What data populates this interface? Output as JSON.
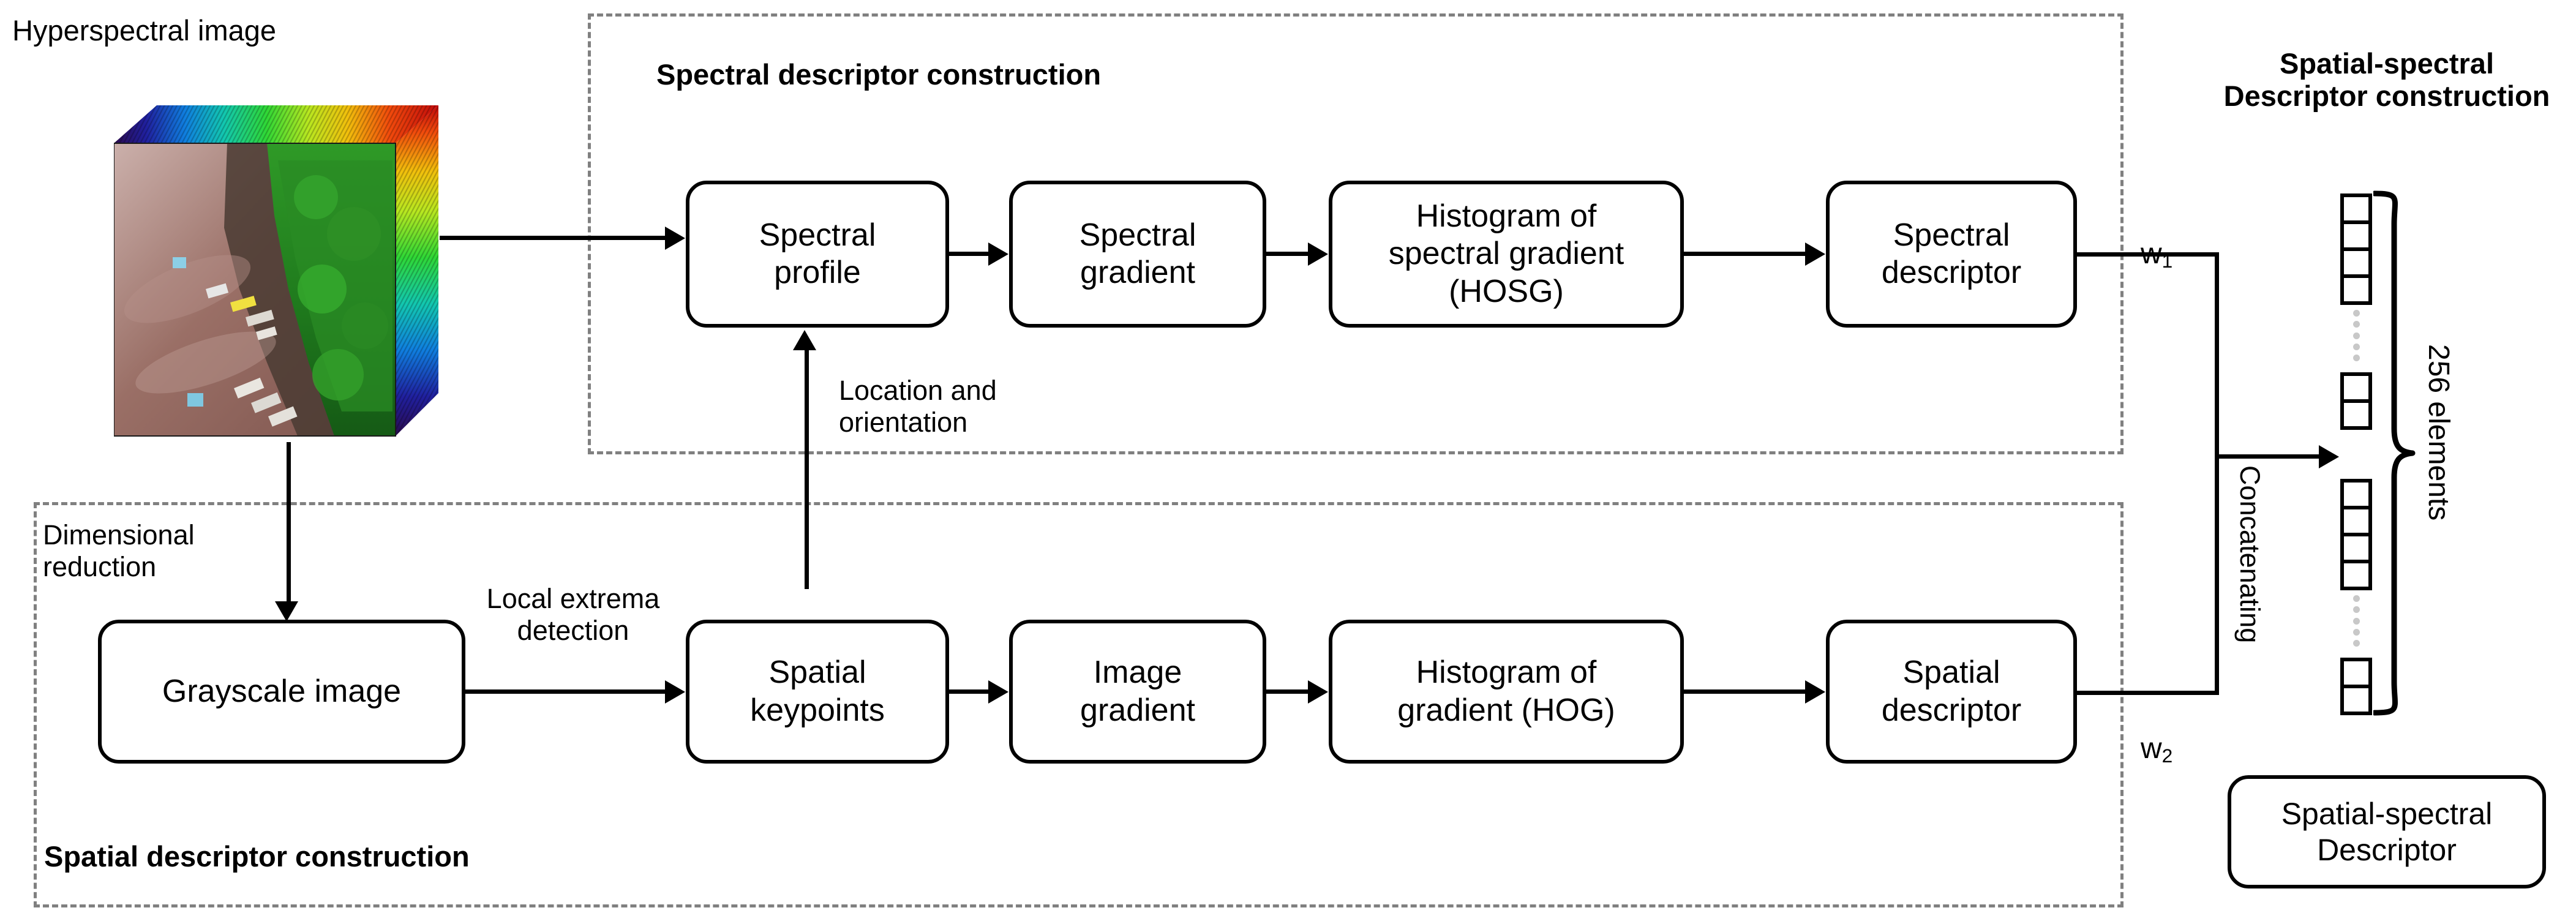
{
  "figure": {
    "image_label": "Hyperspectral image",
    "groups": [
      {
        "id": "spectral",
        "title": "Spectral descriptor construction"
      },
      {
        "id": "spatial",
        "title": "Spatial descriptor construction"
      },
      {
        "id": "fusion",
        "title": "Spatial-spectral\nDescriptor construction"
      }
    ],
    "spectral_chain": [
      {
        "id": "spectral-profile",
        "label": "Spectral\nprofile"
      },
      {
        "id": "spectral-gradient",
        "label": "Spectral\ngradient"
      },
      {
        "id": "hosg",
        "label": "Histogram of\nspectral gradient\n(HOSG)"
      },
      {
        "id": "spectral-descriptor",
        "label": "Spectral\ndescriptor"
      }
    ],
    "spatial_chain": [
      {
        "id": "grayscale-image",
        "label": "Grayscale image"
      },
      {
        "id": "spatial-keypoints",
        "label": "Spatial\nkeypoints"
      },
      {
        "id": "image-gradient",
        "label": "Image\ngradient"
      },
      {
        "id": "hog",
        "label": "Histogram of\ngradient (HOG)"
      },
      {
        "id": "spatial-descriptor",
        "label": "Spatial\ndescriptor"
      }
    ],
    "edge_labels": {
      "dimensional_reduction": "Dimensional\nreduction",
      "local_extrema": "Local extrema\ndetection",
      "location_orientation": "Location and\norientation",
      "concatenating": "Concatenating"
    },
    "weights": {
      "w1_base": "w",
      "w1_sub": "1",
      "w2_base": "w",
      "w2_sub": "2"
    },
    "descriptor_vector": {
      "brace_label": "256 elements",
      "segments": [
        {
          "cells": 4
        },
        {
          "dots": 5
        },
        {
          "cells": 2
        },
        {
          "cells": 4
        },
        {
          "dots": 5
        },
        {
          "cells": 2
        }
      ]
    },
    "output_node": {
      "id": "spatial-spectral-descriptor",
      "label": "Spatial-spectral\nDescriptor"
    },
    "colors": {
      "stroke": "#000000",
      "group_border": "#808080",
      "dot": "#c8c8c8",
      "background": "#ffffff"
    }
  }
}
